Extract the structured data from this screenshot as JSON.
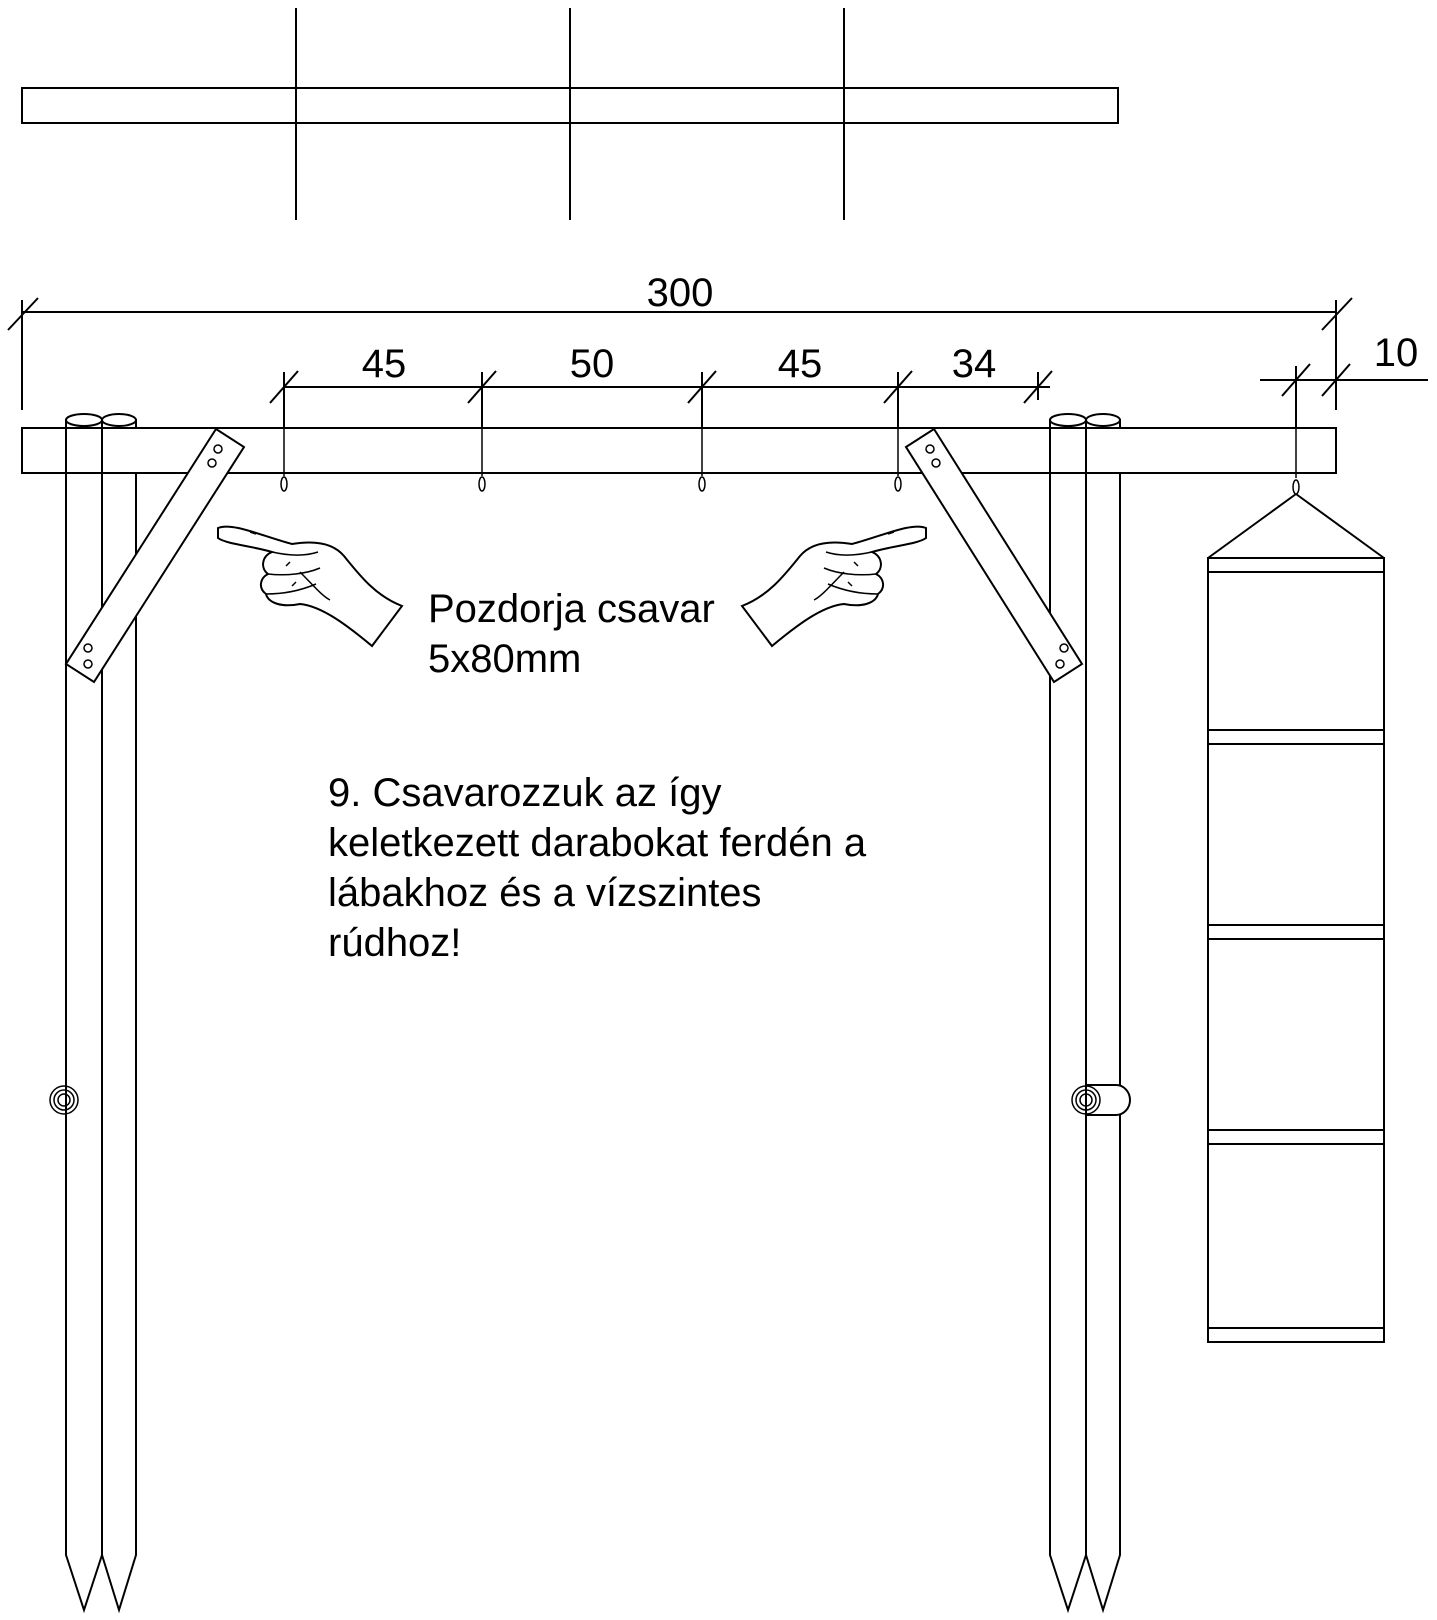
{
  "dimensions": {
    "total": "300",
    "end_offset": "10",
    "spacings": [
      "45",
      "50",
      "45",
      "34"
    ]
  },
  "callout": {
    "line1": "Pozdorja csavar",
    "line2": "5x80mm"
  },
  "instruction": {
    "lines": [
      "9. Csavarozzuk az így",
      "keletkezett darabokat ferdén a",
      "lábakhoz és a vízszintes",
      "rúdhoz!"
    ]
  },
  "icons": [
    "pointing-hand-left-icon",
    "pointing-hand-right-icon"
  ]
}
